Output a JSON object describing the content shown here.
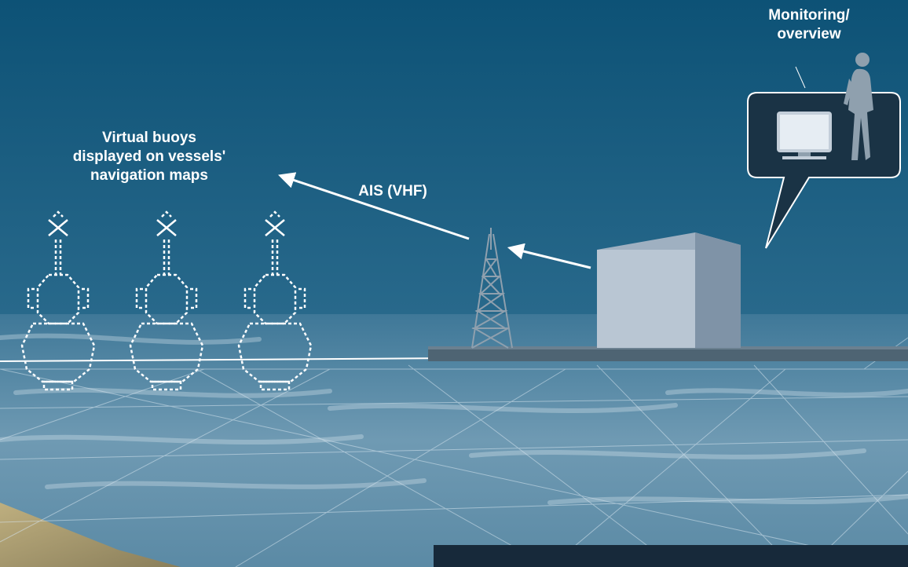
{
  "labels": {
    "buoys": [
      "Virtual buoys",
      "displayed on vessels'",
      "navigation maps"
    ],
    "ais": "AIS (VHF)",
    "monitoring": [
      "Monitoring/",
      "overview"
    ]
  },
  "icons": [
    "buoy-icon",
    "buoy-icon",
    "buoy-icon",
    "radio-tower-icon",
    "server-building-icon",
    "monitor-icon",
    "person-silhouette-icon",
    "arrow-icon"
  ],
  "colors": {
    "sky_top": "#0f5478",
    "sky_bottom": "#2c6b8c",
    "sea": "#5f8ea8",
    "building_front": "#b9c6d3",
    "building_side": "#7f93a7",
    "callout_bg": "#1a3345",
    "panel": "#17293a",
    "white": "#ffffff"
  }
}
